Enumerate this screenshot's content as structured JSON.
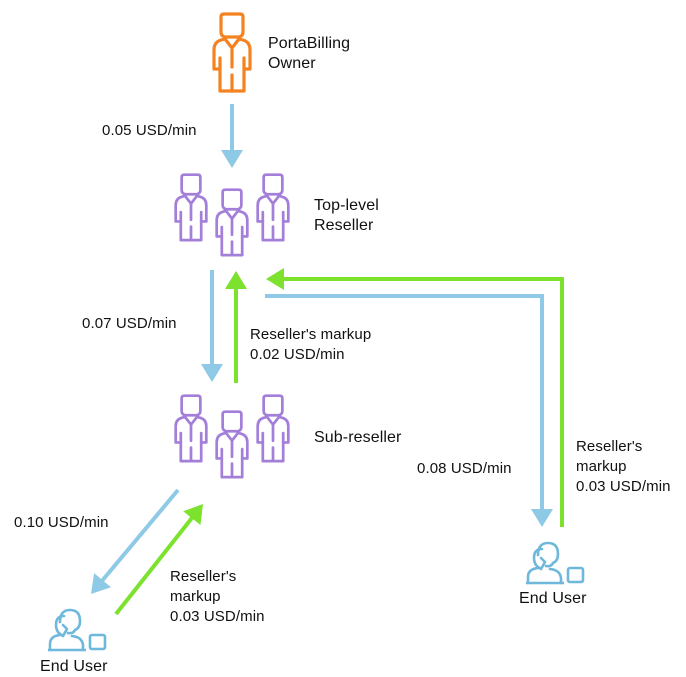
{
  "colors": {
    "owner": "#f58220",
    "reseller": "#a47fd9",
    "end_user": "#6db8db",
    "price_arrow": "#8ecae6",
    "markup_arrow": "#7ce22e",
    "text": "#111111"
  },
  "nodes": {
    "owner": {
      "icon": "person-icon",
      "label_lines": [
        "PortaBilling",
        "Owner"
      ]
    },
    "top_reseller": {
      "icon": "group-icon",
      "label_lines": [
        "Top-level",
        "Reseller"
      ]
    },
    "sub_reseller": {
      "icon": "group-icon",
      "label_lines": [
        "Sub-reseller"
      ]
    },
    "end_user_left": {
      "icon": "end-user-icon",
      "label_lines": [
        "End User"
      ]
    },
    "end_user_right": {
      "icon": "end-user-icon",
      "label_lines": [
        "End User"
      ]
    }
  },
  "edges": {
    "owner_to_top": {
      "price": "0.05 USD/min"
    },
    "top_to_sub": {
      "price": "0.07 USD/min"
    },
    "sub_to_top_markup": {
      "lines": [
        "Reseller's markup",
        "0.02 USD/min"
      ]
    },
    "sub_to_user_left": {
      "price": "0.10 USD/min"
    },
    "user_left_markup": {
      "lines": [
        "Reseller's",
        "markup",
        "0.03 USD/min"
      ]
    },
    "top_to_user_right": {
      "price": "0.08 USD/min"
    },
    "user_right_markup": {
      "lines": [
        "Reseller's",
        "markup",
        "0.03 USD/min"
      ]
    }
  }
}
